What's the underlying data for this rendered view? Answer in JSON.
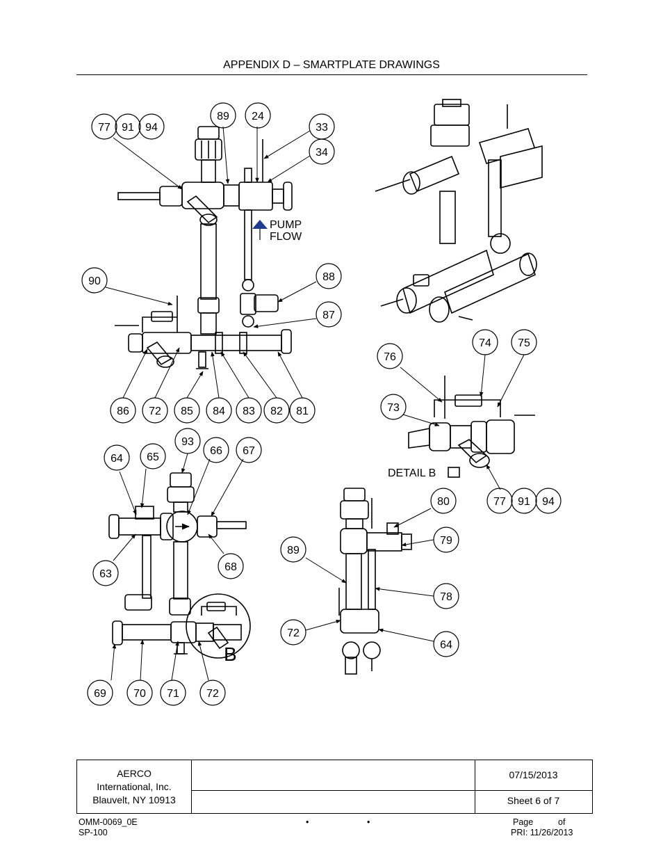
{
  "header": {
    "title": "APPENDIX D – SMARTPLATE DRAWINGS"
  },
  "drawing": {
    "pump_flow_label_1": "PUMP",
    "pump_flow_label_2": "FLOW",
    "detail_label": "DETAIL B",
    "detail_marker": "B",
    "callouts_top_left": [
      "77",
      "91",
      "94",
      "89",
      "24",
      "33",
      "34",
      "90",
      "88",
      "87",
      "86",
      "72",
      "85",
      "84",
      "83",
      "82",
      "81"
    ],
    "callouts_detail_b": [
      "74",
      "75",
      "76",
      "73",
      "77",
      "91",
      "94"
    ],
    "callouts_bottom_left": [
      "93",
      "64",
      "65",
      "66",
      "67",
      "63",
      "68",
      "69",
      "70",
      "71",
      "72"
    ],
    "callouts_bottom_right": [
      "80",
      "79",
      "89",
      "78",
      "72",
      "64"
    ]
  },
  "title_block": {
    "company_line1": "AERCO",
    "company_line2": "International, Inc.",
    "company_line3": "Blauvelt, NY 10913",
    "date": "07/15/2013",
    "sheet": "Sheet 6 of 7"
  },
  "footer": {
    "doc_number": "OMM-0069_0E",
    "model": "SP-100",
    "bullet1": "•",
    "bullet2": "•",
    "page_label": "Page",
    "of_label": "of",
    "pri": "PRI:  11/26/2013"
  }
}
